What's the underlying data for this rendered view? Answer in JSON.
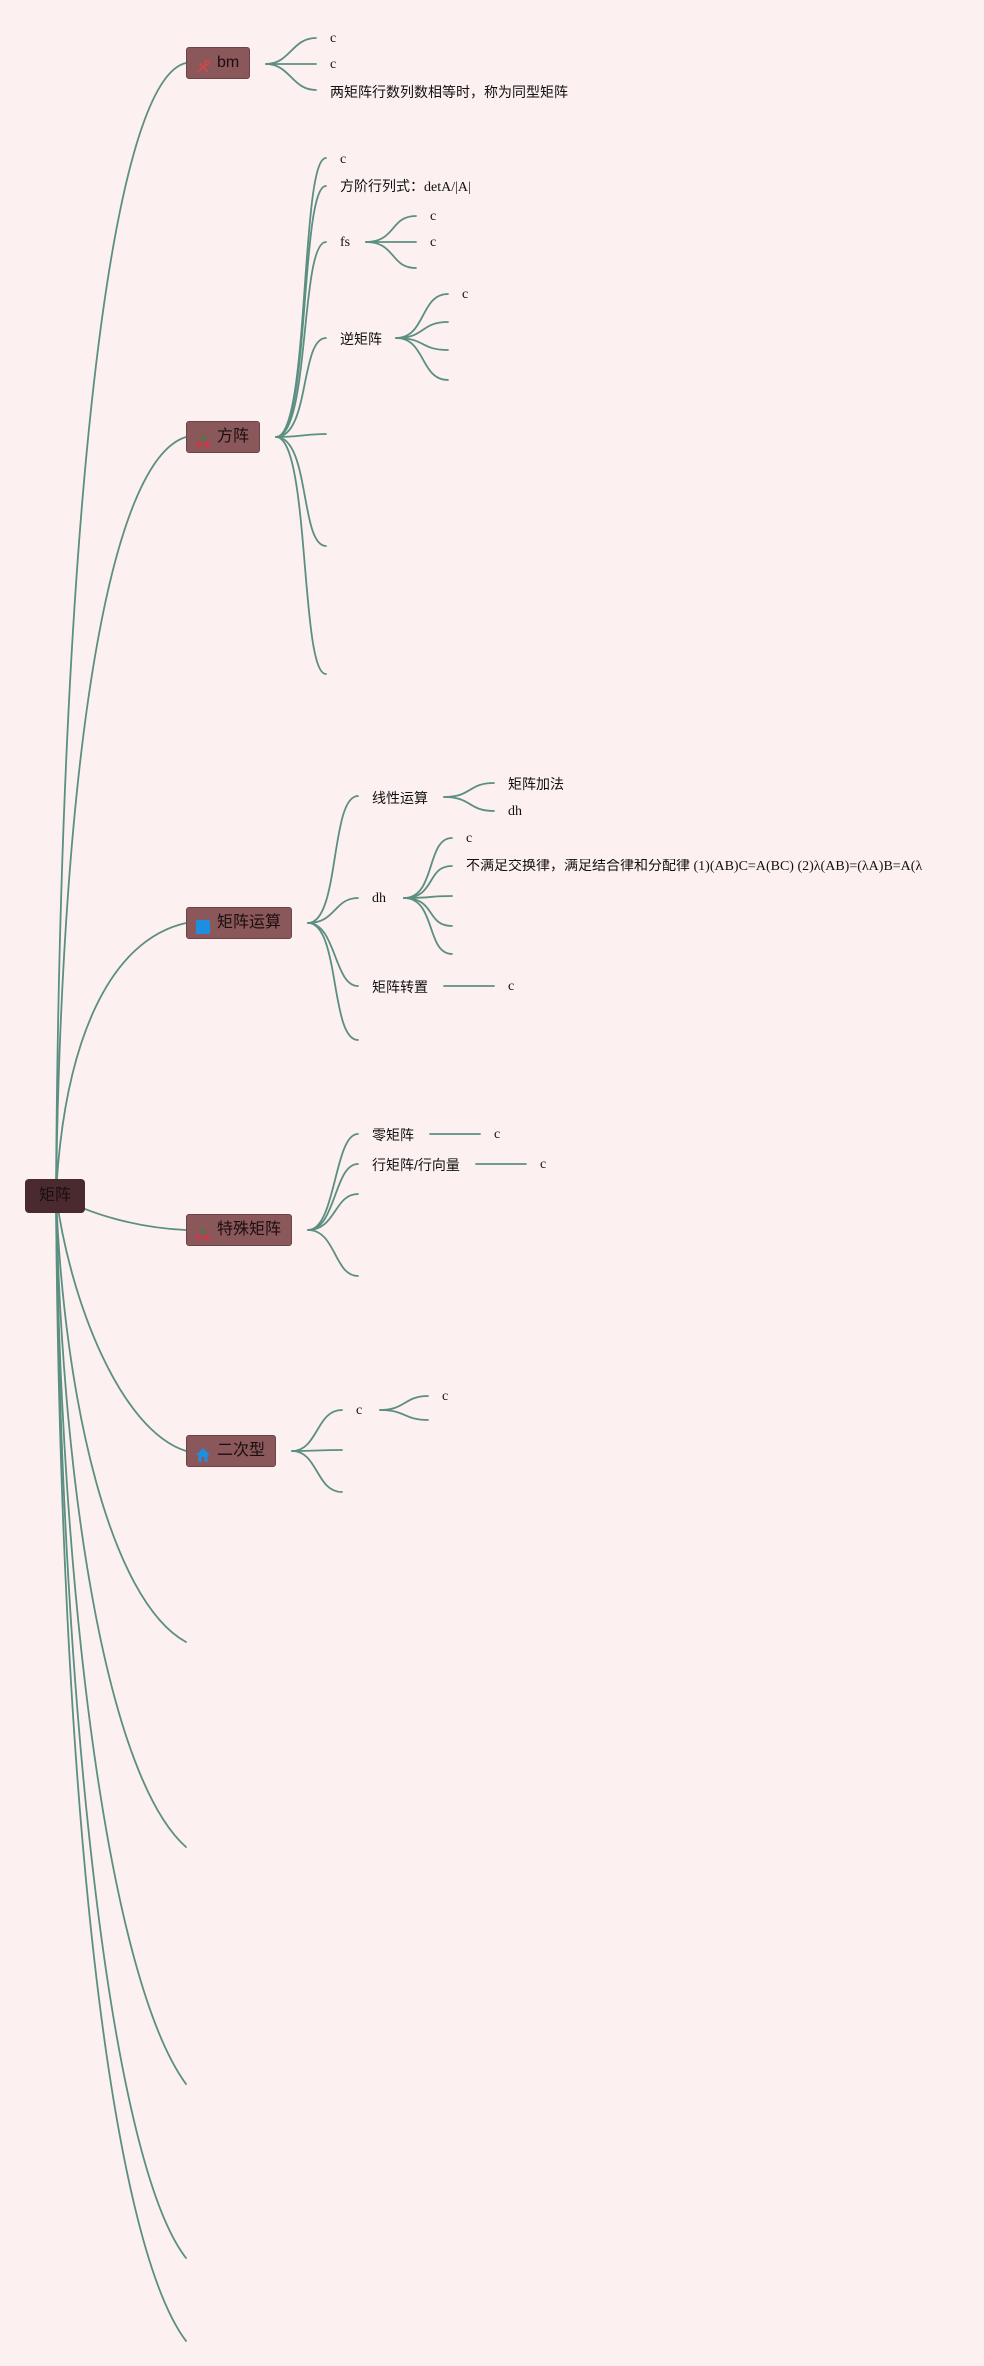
{
  "root": {
    "label": "矩阵"
  },
  "branches": {
    "bm": {
      "label": "bm",
      "icon": "tools-icon",
      "children": [
        "c",
        "c",
        "两矩阵行数列数相等时，称为同型矩阵"
      ]
    },
    "square": {
      "label": "方阵",
      "icon": "cherry-icon",
      "children": {
        "c1": "c",
        "det": "方阶行列式：detA/|A|",
        "fs": {
          "label": "fs",
          "children": [
            "c",
            "c"
          ]
        },
        "inverse": {
          "label": "逆矩阵",
          "children": [
            "c"
          ]
        }
      }
    },
    "ops": {
      "label": "矩阵运算",
      "icon": "blue-square-icon",
      "children": {
        "linear": {
          "label": "线性运算",
          "children": [
            "矩阵加法",
            "dh"
          ]
        },
        "dh": {
          "label": "dh",
          "children": [
            "c",
            "不满足交换律，满足结合律和分配律 (1)(AB)C=A(BC) (2)λ(AB)=(λA)B=A(λ"
          ]
        },
        "transpose": {
          "label": "矩阵转置",
          "children": [
            "c"
          ]
        }
      }
    },
    "special": {
      "label": "特殊矩阵",
      "icon": "cherry-icon",
      "children": {
        "zero": {
          "label": "零矩阵",
          "children": [
            "c"
          ]
        },
        "row": {
          "label": "行矩阵/行向量",
          "children": [
            "c"
          ]
        }
      }
    },
    "quadratic": {
      "label": "二次型",
      "icon": "blue-house-icon",
      "children": {
        "c": {
          "label": "c",
          "children": [
            "c"
          ]
        }
      }
    }
  },
  "colors": {
    "background": "#fdf0f0",
    "link": "#5b8f82",
    "node": "#8a575b",
    "root": "#4a2a2e"
  }
}
